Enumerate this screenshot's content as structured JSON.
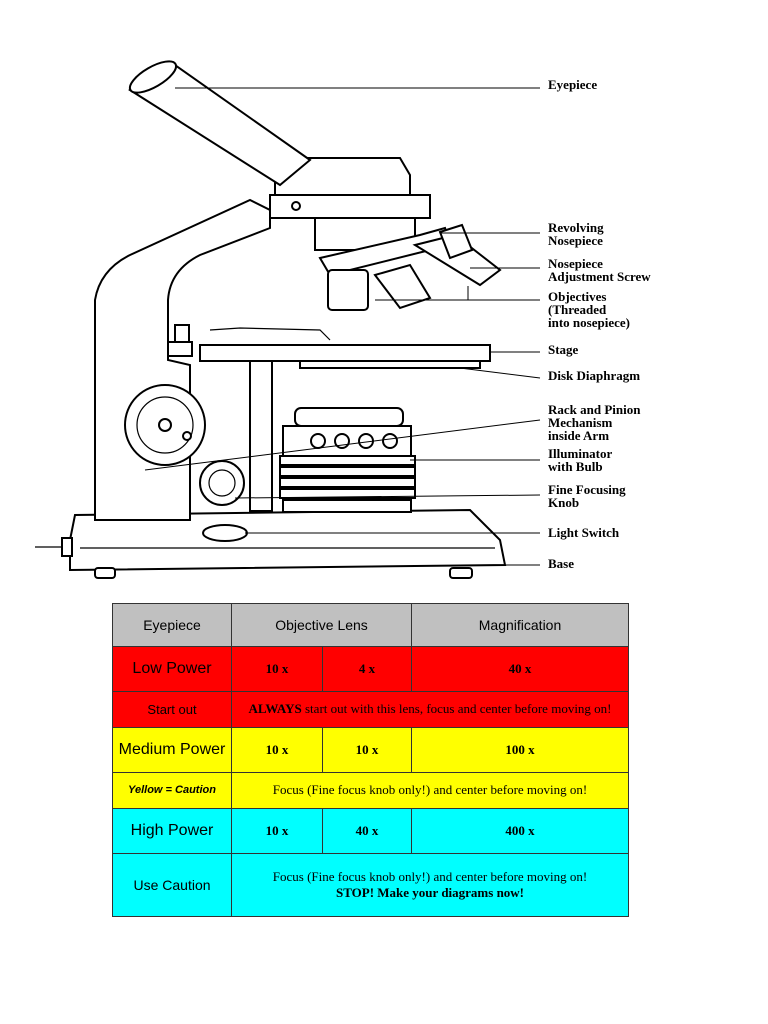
{
  "diagram": {
    "labels": {
      "eyepiece": "Eyepiece",
      "revolving_1": "Revolving",
      "revolving_2": "Nosepiece",
      "nose_adj_1": "Nosepiece",
      "nose_adj_2": "Adjustment Screw",
      "objectives_1": "Objectives",
      "objectives_2": "(Threaded",
      "objectives_3": "into nosepiece)",
      "stage": "Stage",
      "disk": "Disk Diaphragm",
      "rack_1": "Rack and Pinion",
      "rack_2": "Mechanism",
      "rack_3": "inside Arm",
      "illum_1": "Illuminator",
      "illum_2": "with Bulb",
      "fine_1": "Fine Focusing",
      "fine_2": "Knob",
      "switch": "Light Switch",
      "base": "Base"
    }
  },
  "table": {
    "headers": [
      "Eyepiece",
      "Objective Lens",
      "Magnification"
    ],
    "low": {
      "label": "Low Power",
      "eyepiece": "10 x",
      "objective": "4 x",
      "magnification": "40 x"
    },
    "low_note": {
      "label": "Start out",
      "bold": "ALWAYS",
      "text": " start out with this lens, focus and center before moving on!"
    },
    "medium": {
      "label": "Medium Power",
      "eyepiece": "10 x",
      "objective": "10 x",
      "magnification": "100 x"
    },
    "medium_note": {
      "label": "Yellow = Caution",
      "text": "Focus (Fine focus knob only!) and center before moving on!"
    },
    "high": {
      "label": "High Power",
      "eyepiece": "10 x",
      "objective": "40 x",
      "magnification": "400 x"
    },
    "high_note": {
      "label": "Use Caution",
      "text": "Focus (Fine focus knob only!) and center before moving on!",
      "bold": "STOP! Make your diagrams now!"
    }
  },
  "colors": {
    "low": "#ff0000",
    "medium": "#ffff00",
    "high": "#00ffff",
    "header": "#c0c0c0"
  }
}
